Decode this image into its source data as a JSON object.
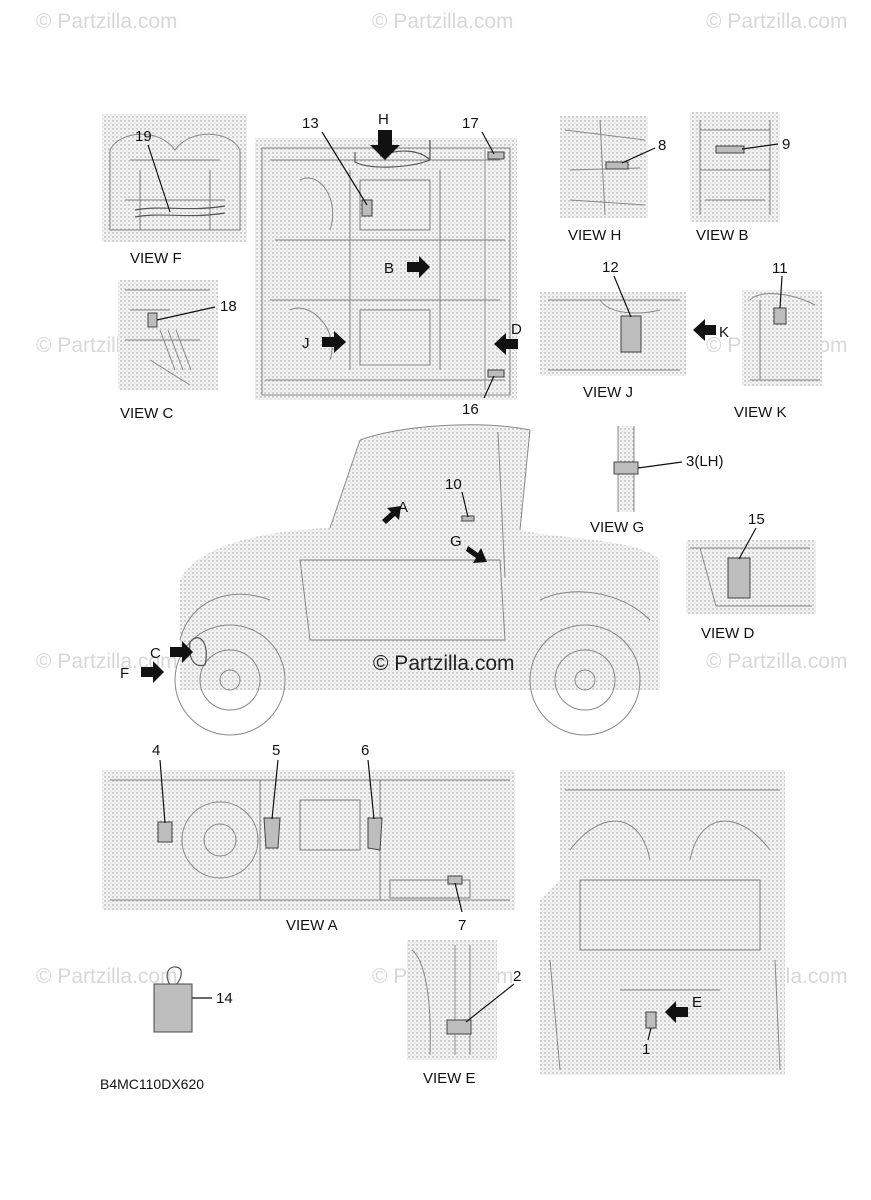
{
  "watermark": "© Partzilla.com",
  "diagram_code": "B4MC110DX620",
  "views": [
    {
      "id": "view-f",
      "label": "VIEW F"
    },
    {
      "id": "view-c",
      "label": "VIEW C"
    },
    {
      "id": "view-h",
      "label": "VIEW H"
    },
    {
      "id": "view-b",
      "label": "VIEW B"
    },
    {
      "id": "view-j",
      "label": "VIEW J"
    },
    {
      "id": "view-k",
      "label": "VIEW K"
    },
    {
      "id": "view-g",
      "label": "VIEW G"
    },
    {
      "id": "view-d",
      "label": "VIEW D"
    },
    {
      "id": "view-a",
      "label": "VIEW A"
    },
    {
      "id": "view-e",
      "label": "VIEW E"
    }
  ],
  "callouts": [
    "1",
    "2",
    "3(LH)",
    "4",
    "5",
    "6",
    "7",
    "8",
    "9",
    "10",
    "11",
    "12",
    "13",
    "14",
    "15",
    "16",
    "17",
    "18",
    "19"
  ],
  "arrow_letters": [
    "A",
    "B",
    "C",
    "D",
    "E",
    "F",
    "G",
    "H",
    "J",
    "K"
  ]
}
